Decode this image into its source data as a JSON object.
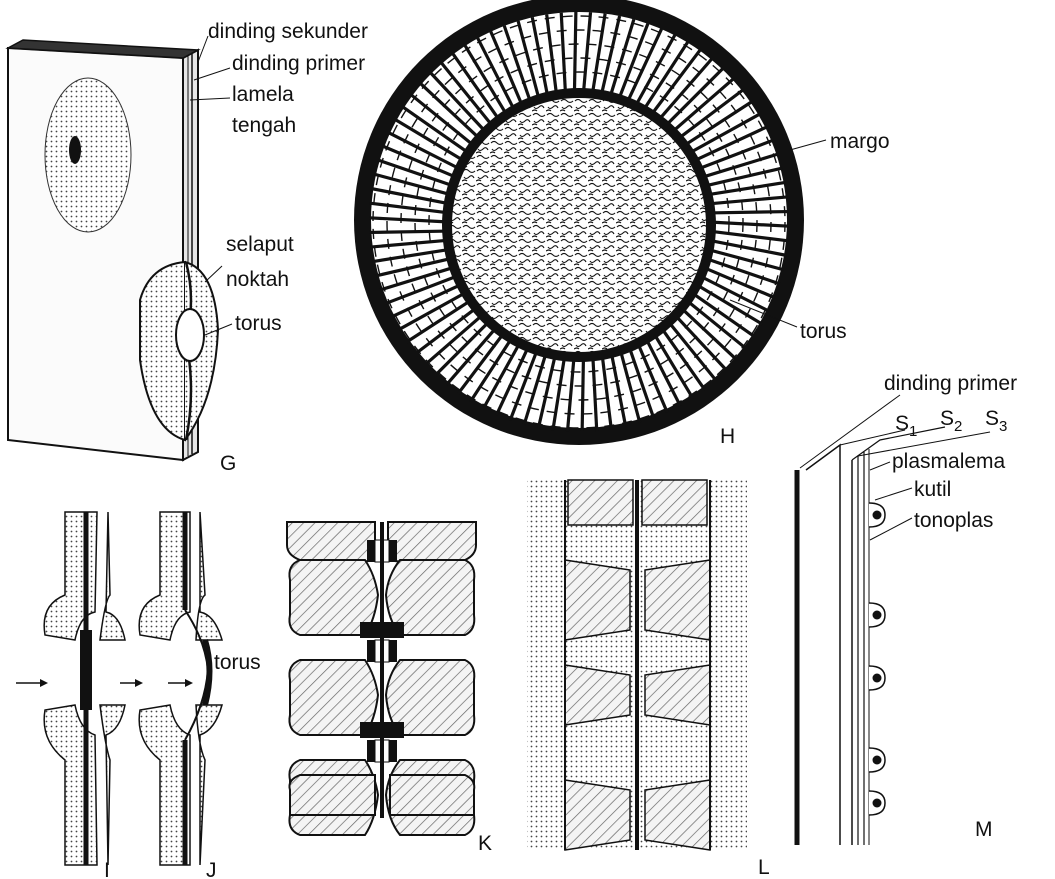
{
  "panel_g": {
    "letter": "G",
    "labels": {
      "dinding_sekunder": "dinding sekunder",
      "dinding_primer": "dinding primer",
      "lamela": "lamela",
      "tengah": "tengah",
      "selaput": "selaput",
      "noktah": "noktah",
      "torus": "torus"
    }
  },
  "panel_h": {
    "letter": "H",
    "labels": {
      "margo": "margo",
      "torus": "torus"
    }
  },
  "panel_i": {
    "letter": "I"
  },
  "panel_j": {
    "letter": "J",
    "labels": {
      "torus": "torus"
    }
  },
  "panel_k": {
    "letter": "K"
  },
  "panel_l": {
    "letter": "L"
  },
  "panel_m": {
    "letter": "M",
    "labels": {
      "dinding_primer": "dinding primer",
      "s1": "S",
      "s1_sub": "1",
      "s2": "S",
      "s2_sub": "2",
      "s3": "S",
      "s3_sub": "3",
      "plasmalema": "plasmalema",
      "kutil": "kutil",
      "tonoplas": "tonoplas"
    }
  },
  "colors": {
    "ink": "#111111",
    "paper": "#ffffff",
    "hatch": "#555555",
    "stipple": "#d9d9d9"
  }
}
